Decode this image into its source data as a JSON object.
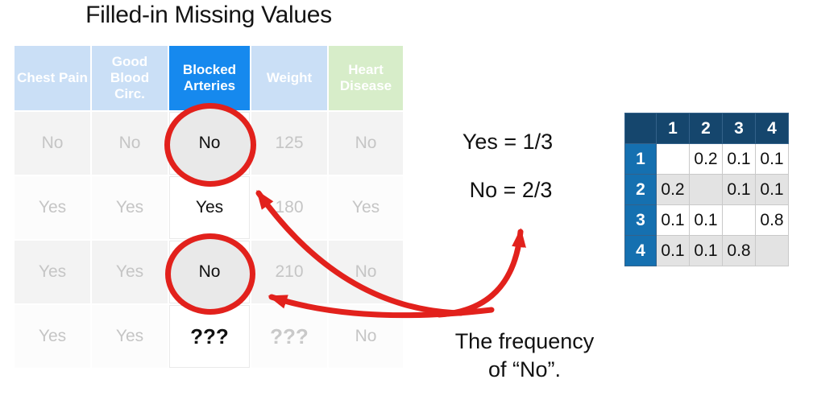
{
  "title": "Filled-in Missing Values",
  "main_table": {
    "columns": [
      {
        "label": "Chest Pain"
      },
      {
        "label": "Good Blood Circ."
      },
      {
        "label": "Blocked Arteries"
      },
      {
        "label": "Weight"
      },
      {
        "label": "Heart Disease"
      }
    ],
    "rows": [
      [
        "No",
        "No",
        "No",
        "125",
        "No"
      ],
      [
        "Yes",
        "Yes",
        "Yes",
        "180",
        "Yes"
      ],
      [
        "Yes",
        "Yes",
        "No",
        "210",
        "No"
      ],
      [
        "Yes",
        "Yes",
        "???",
        "???",
        "No"
      ]
    ],
    "highlighted_column": "Blocked Arteries",
    "circled_values": [
      "row1 No",
      "row3 No"
    ]
  },
  "annotations": {
    "yes_fraction": "Yes = 1/3",
    "no_fraction": "No = 2/3",
    "caption_line1": "The frequency",
    "caption_line2": "of “No”."
  },
  "proximity_matrix": {
    "col_headers": [
      "1",
      "2",
      "3",
      "4"
    ],
    "rows": [
      {
        "header": "1",
        "cells": [
          "",
          "0.2",
          "0.1",
          "0.1"
        ]
      },
      {
        "header": "2",
        "cells": [
          "0.2",
          "",
          "0.1",
          "0.1"
        ]
      },
      {
        "header": "3",
        "cells": [
          "0.1",
          "0.1",
          "",
          "0.8"
        ]
      },
      {
        "header": "4",
        "cells": [
          "0.1",
          "0.1",
          "0.8",
          ""
        ]
      }
    ]
  },
  "colors": {
    "accent_red": "#e2211c",
    "highlight_blue": "#1689ee",
    "header_lightblue": "#cadff6",
    "header_green": "#d7edc9",
    "matrix_header_navy": "#15466d",
    "matrix_rowhead_blue": "#1570b0",
    "faded_text": "#c5c5c5"
  }
}
